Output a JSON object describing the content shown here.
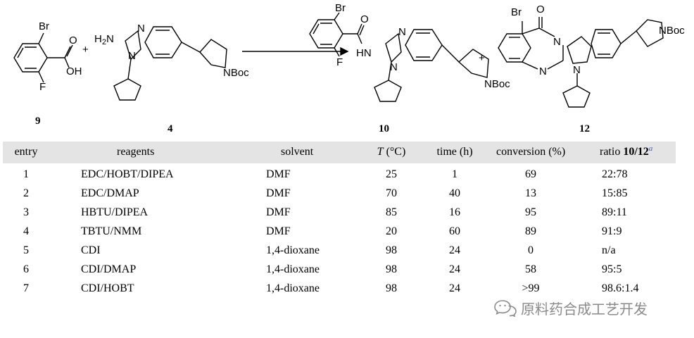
{
  "scheme": {
    "compounds": [
      {
        "number": "9"
      },
      {
        "number": "4"
      },
      {
        "number": "10"
      },
      {
        "number": "12"
      }
    ],
    "plus_sign": "+",
    "atom_labels": {
      "br": "Br",
      "f": "F",
      "oh": "OH",
      "o": "O",
      "h2n": "H2N",
      "hn": "HN",
      "n": "N",
      "nboc": "NBoc"
    }
  },
  "table": {
    "headers": {
      "entry": "entry",
      "reagents": "reagents",
      "solvent": "solvent",
      "temp_symbol": "T",
      "temp_unit": "(°C)",
      "time": "time (h)",
      "conversion": "conversion (%)",
      "ratio_prefix": "ratio",
      "ratio_compounds": "10/12",
      "ratio_footnote": "a"
    },
    "rows": [
      {
        "entry": "1",
        "reagents": "EDC/HOBT/DIPEA",
        "solvent": "DMF",
        "temp": "25",
        "time": "1",
        "conversion": "69",
        "ratio": "22:78"
      },
      {
        "entry": "2",
        "reagents": "EDC/DMAP",
        "solvent": "DMF",
        "temp": "70",
        "time": "40",
        "conversion": "13",
        "ratio": "15:85"
      },
      {
        "entry": "3",
        "reagents": "HBTU/DIPEA",
        "solvent": "DMF",
        "temp": "85",
        "time": "16",
        "conversion": "95",
        "ratio": "89:11"
      },
      {
        "entry": "4",
        "reagents": "TBTU/NMM",
        "solvent": "DMF",
        "temp": "20",
        "time": "60",
        "conversion": "89",
        "ratio": "91:9"
      },
      {
        "entry": "5",
        "reagents": "CDI",
        "solvent": "1,4-dioxane",
        "temp": "98",
        "time": "24",
        "conversion": "0",
        "ratio": "n/a"
      },
      {
        "entry": "6",
        "reagents": "CDI/DMAP",
        "solvent": "1,4-dioxane",
        "temp": "98",
        "time": "24",
        "conversion": "58",
        "ratio": "95:5"
      },
      {
        "entry": "7",
        "reagents": "CDI/HOBT",
        "solvent": "1,4-dioxane",
        "temp": "98",
        "time": "24",
        "conversion": ">99",
        "ratio": "98.6:1.4"
      }
    ]
  },
  "watermark": {
    "text": "原料药合成工艺开发",
    "icon": "wechat-icon"
  }
}
